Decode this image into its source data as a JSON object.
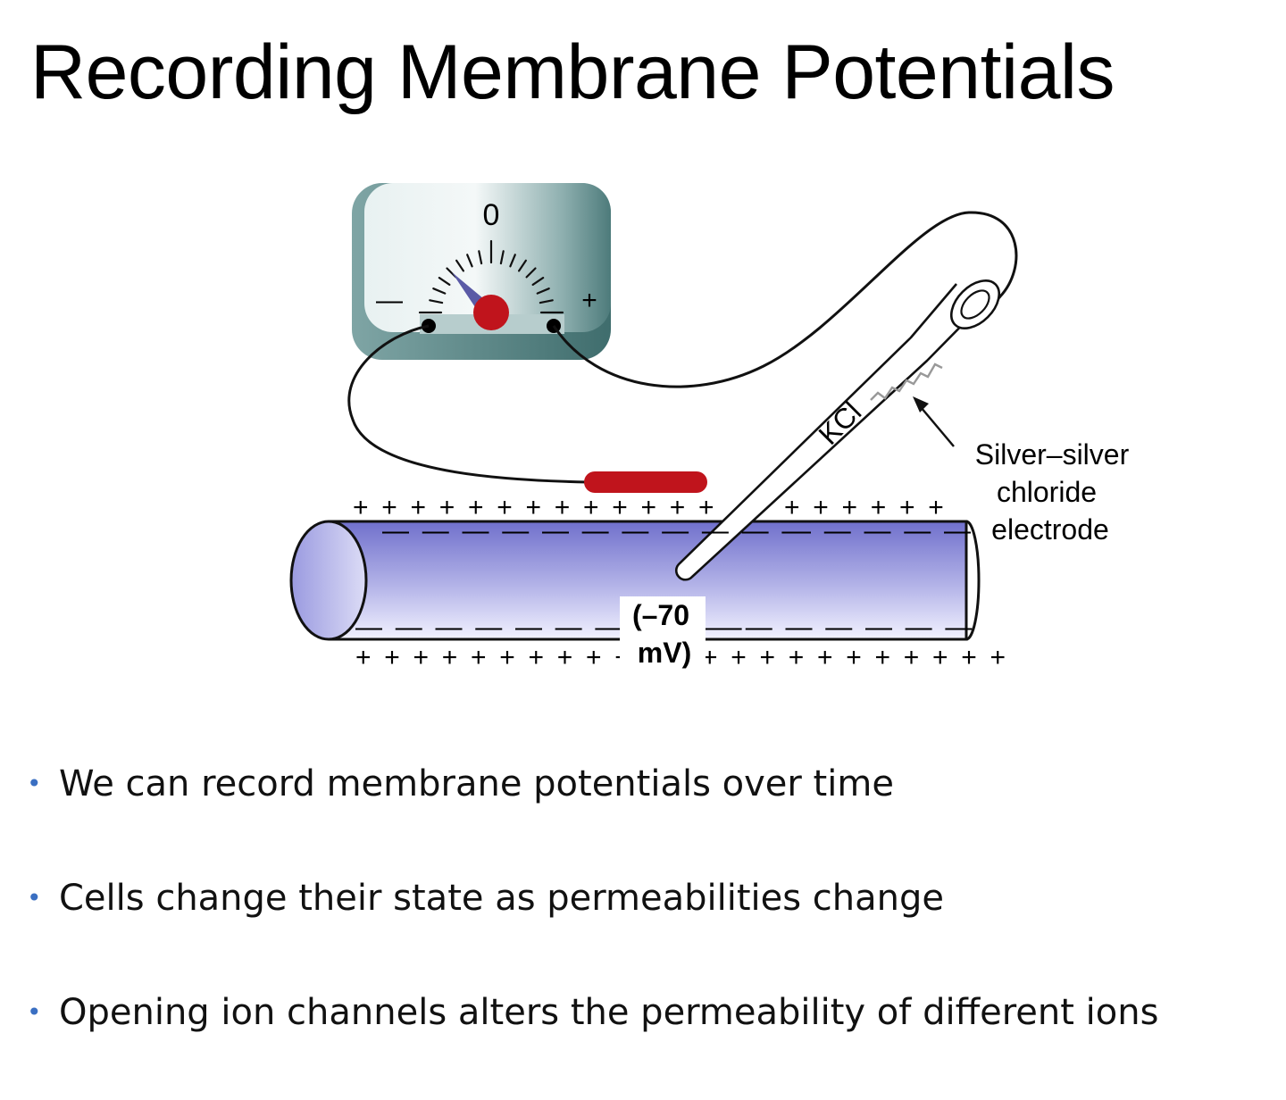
{
  "title": "Recording Membrane Potentials",
  "meter": {
    "zero_label": "0",
    "minus_label": "—",
    "plus_label": "+"
  },
  "electrode": {
    "solution_label": "KCl",
    "annotation_lines": [
      "Silver–silver",
      "chloride",
      "electrode"
    ]
  },
  "membrane": {
    "outside_top_left": "+ + + + + + + + + + + + +",
    "outside_top_right": "+ + + + + +",
    "inside_top_left": "— — — — — — — — — — —",
    "inside_top_right": "— — — — —",
    "inside_bottom_left": "— — — — — — — — — —",
    "inside_bottom_right": "— — — — — — —",
    "outside_bottom_left": "+ + + + + + + + + + +",
    "outside_bottom_right": "+ + + + + + + + + + +",
    "potential_line1": "(–70",
    "potential_line2": "mV)"
  },
  "colors": {
    "meter_edge": "#4f7d7d",
    "needle": "#5a5aa6",
    "pivot": "#c0141c",
    "reference_electrode": "#c0141c",
    "axon": "#7c7cd0",
    "bullet": "#3a6fc2"
  },
  "bullets": [
    "We can record membrane potentials over time",
    "Cells change their state as permeabilities change",
    "Opening ion channels alters the permeability of different ions"
  ]
}
